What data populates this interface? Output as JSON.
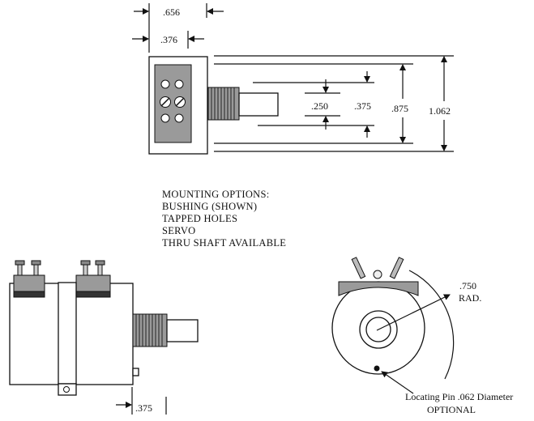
{
  "top_view": {
    "dim_overall_length": ".656",
    "dim_housing_length": ".376",
    "dim_shaft_dia": ".250",
    "dim_bushing_dia": ".375",
    "dim_housing_inner": ".875",
    "dim_housing_outer": "1.062"
  },
  "notes": {
    "lines": [
      "MOUNTING OPTIONS:",
      "BUSHING (SHOWN)",
      "TAPPED HOLES",
      "SERVO",
      "THRU SHAFT AVAILABLE"
    ]
  },
  "side_view": {
    "dim_bushing_length": ".375"
  },
  "end_view": {
    "radius_value": ".750",
    "radius_unit": "RAD.",
    "pin_label": "Locating Pin .062 Diameter",
    "pin_optional": "OPTIONAL"
  }
}
